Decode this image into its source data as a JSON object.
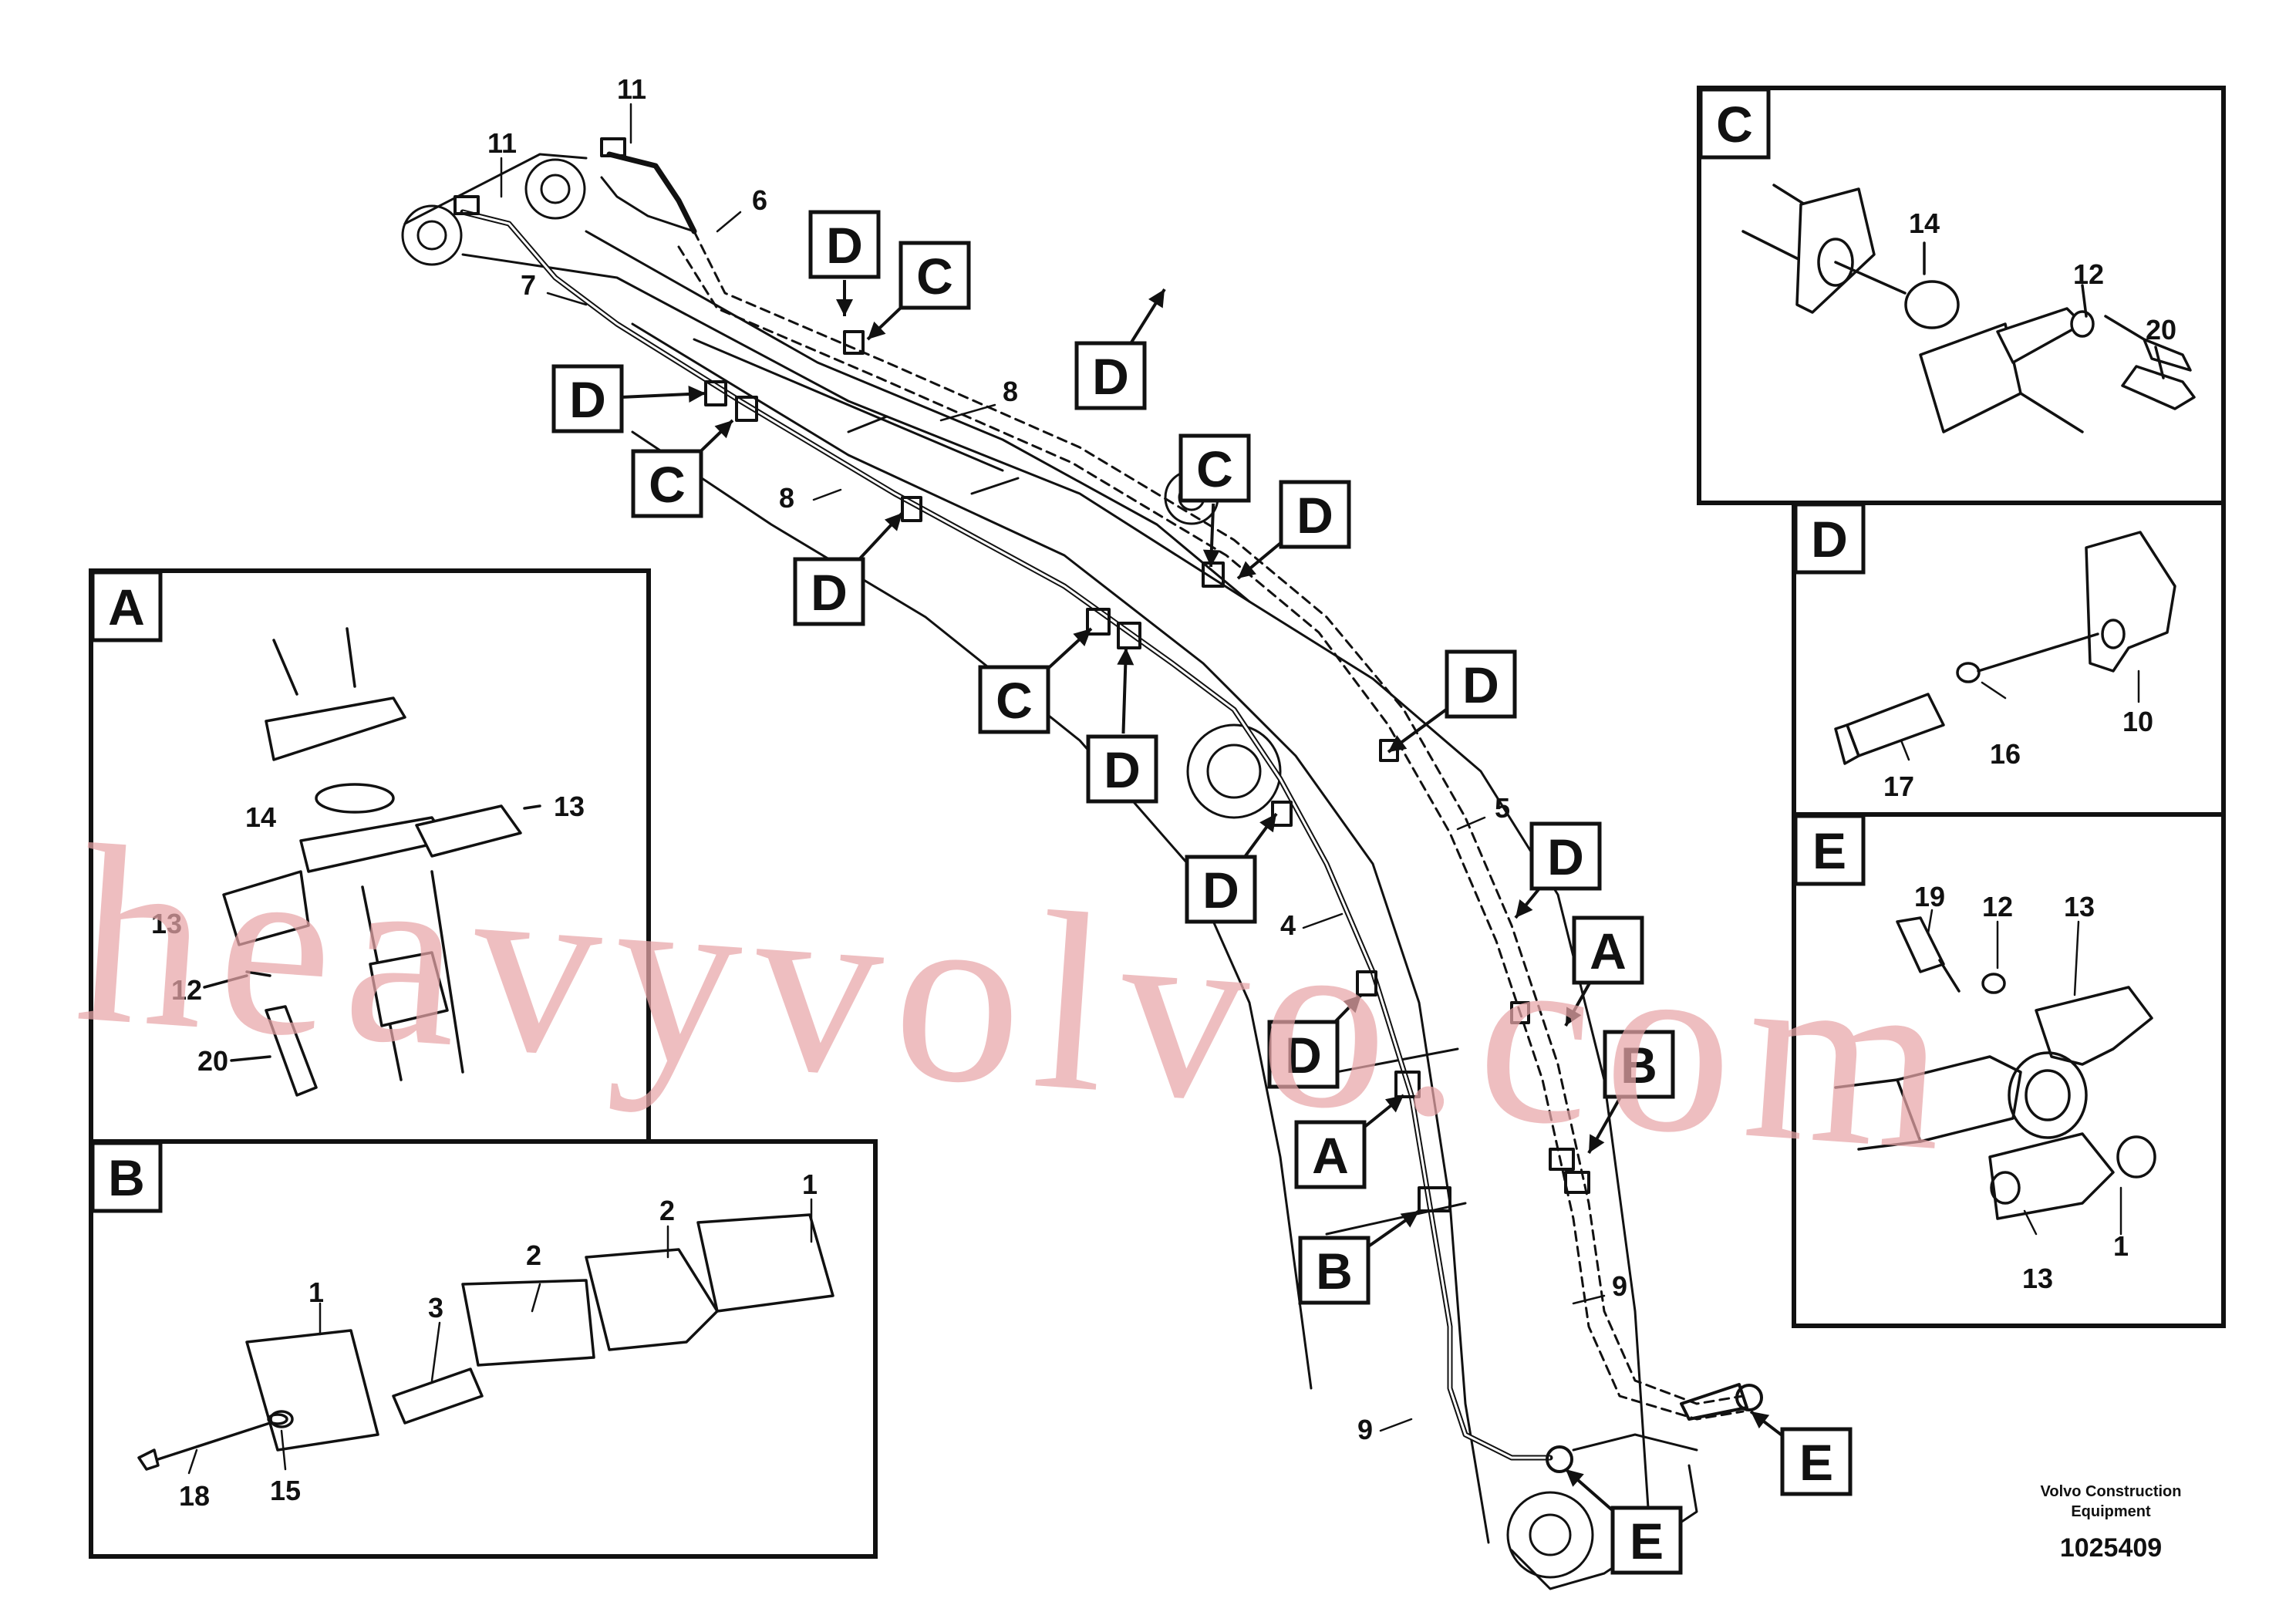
{
  "diagram": {
    "main_labels": {
      "n11a": "11",
      "n11b": "11",
      "n6": "6",
      "n7": "7",
      "n8a": "8",
      "n8b": "8",
      "n4": "4",
      "n5": "5",
      "n9a": "9",
      "n9b": "9"
    },
    "callouts": [
      "D",
      "C",
      "D",
      "C",
      "D",
      "D",
      "C",
      "D",
      "C",
      "D",
      "D",
      "D",
      "D",
      "D",
      "A",
      "A",
      "B",
      "B",
      "E",
      "E"
    ],
    "detail_a": {
      "letter": "A",
      "parts": {
        "p13a": "13",
        "p13b": "13",
        "p12": "12",
        "p20": "20",
        "p14": "14"
      }
    },
    "detail_b": {
      "letter": "B",
      "parts": {
        "p1a": "1",
        "p1b": "1",
        "p2a": "2",
        "p2b": "2",
        "p3": "3",
        "p15": "15",
        "p18": "18"
      }
    },
    "detail_c": {
      "letter": "C",
      "parts": {
        "p14": "14",
        "p12": "12",
        "p20": "20"
      }
    },
    "detail_d": {
      "letter": "D",
      "parts": {
        "p10": "10",
        "p16": "16",
        "p17": "17"
      }
    },
    "detail_e": {
      "letter": "E",
      "parts": {
        "p19": "19",
        "p12": "12",
        "p13a": "13",
        "p13b": "13",
        "p1": "1"
      }
    },
    "credit": {
      "line1": "Volvo Construction",
      "line2": "Equipment",
      "number": "1025409"
    },
    "watermark": "heavyvolvo.com"
  }
}
